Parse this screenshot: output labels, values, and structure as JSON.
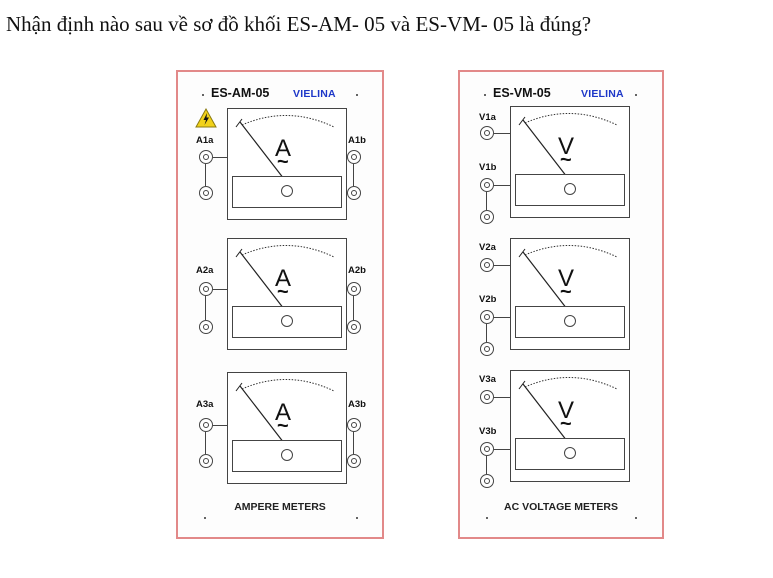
{
  "question": "Nhận định nào sau về sơ đồ khối ES-AM- 05 và ES-VM- 05 là đúng?",
  "panels": {
    "am": {
      "title": "ES-AM-05",
      "brand": "VIELINA",
      "footer": "AMPERE METERS",
      "unit": "A",
      "tilde": "~",
      "terminals": [
        {
          "left": "A1a",
          "right": "A1b"
        },
        {
          "left": "A2a",
          "right": "A2b"
        },
        {
          "left": "A3a",
          "right": "A3b"
        }
      ]
    },
    "vm": {
      "title": "ES-VM-05",
      "brand": "VIELINA",
      "footer": "AC VOLTAGE METERS",
      "unit": "V",
      "tilde": "~",
      "terminals": [
        {
          "top": "V1a",
          "bottom": "V1b"
        },
        {
          "top": "V2a",
          "bottom": "V2b"
        },
        {
          "top": "V3a",
          "bottom": "V3b"
        }
      ]
    }
  },
  "colors": {
    "panel_border": "#e28989",
    "brand_text": "#1d37c8",
    "warning_fill": "#f2d21a"
  },
  "icons": [
    "warning-icon",
    "meter-needle-icon",
    "binding-post-icon"
  ]
}
